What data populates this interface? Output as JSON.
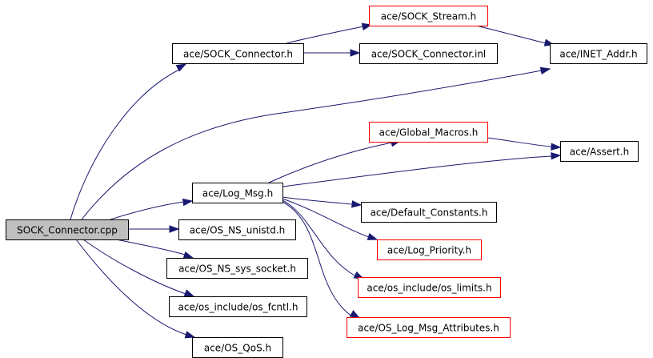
{
  "diagram": {
    "type": "include-dependency-graph",
    "colors": {
      "edge": "#191970",
      "root_fill": "#bfbfbf",
      "normal_border": "#000000",
      "truncated_border": "#ff0000",
      "node_fill": "#ffffff"
    },
    "nodes": [
      {
        "id": "root",
        "label": "SOCK_Connector.cpp",
        "style": "root"
      },
      {
        "id": "sock_connector_h",
        "label": "ace/SOCK_Connector.h",
        "style": "normal"
      },
      {
        "id": "sock_stream_h",
        "label": "ace/SOCK_Stream.h",
        "style": "truncated"
      },
      {
        "id": "sock_connector_inl",
        "label": "ace/SOCK_Connector.inl",
        "style": "normal"
      },
      {
        "id": "inet_addr_h",
        "label": "ace/INET_Addr.h",
        "style": "normal"
      },
      {
        "id": "global_macros_h",
        "label": "ace/Global_Macros.h",
        "style": "truncated"
      },
      {
        "id": "assert_h",
        "label": "ace/Assert.h",
        "style": "normal"
      },
      {
        "id": "log_msg_h",
        "label": "ace/Log_Msg.h",
        "style": "normal"
      },
      {
        "id": "default_constants_h",
        "label": "ace/Default_Constants.h",
        "style": "normal"
      },
      {
        "id": "os_ns_unistd_h",
        "label": "ace/OS_NS_unistd.h",
        "style": "normal"
      },
      {
        "id": "log_priority_h",
        "label": "ace/Log_Priority.h",
        "style": "truncated"
      },
      {
        "id": "os_ns_sys_socket_h",
        "label": "ace/OS_NS_sys_socket.h",
        "style": "normal"
      },
      {
        "id": "os_limits_h",
        "label": "ace/os_include/os_limits.h",
        "style": "truncated"
      },
      {
        "id": "os_fcntl_h",
        "label": "ace/os_include/os_fcntl.h",
        "style": "normal"
      },
      {
        "id": "os_log_msg_attributes_h",
        "label": "ace/OS_Log_Msg_Attributes.h",
        "style": "truncated"
      },
      {
        "id": "os_qos_h",
        "label": "ace/OS_QoS.h",
        "style": "normal"
      }
    ],
    "edges": [
      {
        "from": "root",
        "to": "sock_connector_h"
      },
      {
        "from": "root",
        "to": "inet_addr_h"
      },
      {
        "from": "root",
        "to": "log_msg_h"
      },
      {
        "from": "root",
        "to": "os_ns_unistd_h"
      },
      {
        "from": "root",
        "to": "os_ns_sys_socket_h"
      },
      {
        "from": "root",
        "to": "os_fcntl_h"
      },
      {
        "from": "root",
        "to": "os_qos_h"
      },
      {
        "from": "sock_connector_h",
        "to": "sock_stream_h"
      },
      {
        "from": "sock_connector_h",
        "to": "sock_connector_inl"
      },
      {
        "from": "sock_stream_h",
        "to": "inet_addr_h"
      },
      {
        "from": "global_macros_h",
        "to": "assert_h"
      },
      {
        "from": "log_msg_h",
        "to": "global_macros_h"
      },
      {
        "from": "log_msg_h",
        "to": "assert_h"
      },
      {
        "from": "log_msg_h",
        "to": "default_constants_h"
      },
      {
        "from": "log_msg_h",
        "to": "log_priority_h"
      },
      {
        "from": "log_msg_h",
        "to": "os_limits_h"
      },
      {
        "from": "log_msg_h",
        "to": "os_log_msg_attributes_h"
      }
    ]
  }
}
